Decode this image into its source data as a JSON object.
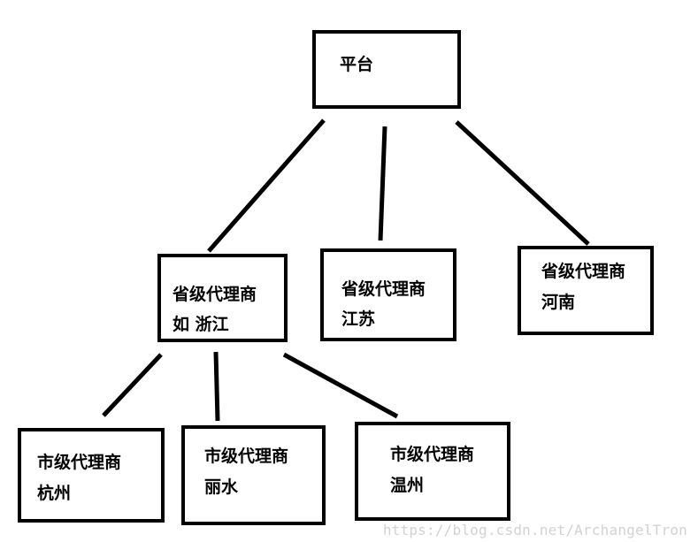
{
  "colors": {
    "stroke": "#000000",
    "background": "#ffffff",
    "watermark": "#d2d2d2"
  },
  "root": {
    "label": "平台"
  },
  "provinces": [
    {
      "line1": "省级代理商",
      "line2": "如 浙江"
    },
    {
      "line1": "省级代理商",
      "line2": "江苏"
    },
    {
      "line1": "省级代理商",
      "line2": "河南"
    }
  ],
  "cities": [
    {
      "line1": "市级代理商",
      "line2": "杭州"
    },
    {
      "line1": "市级代理商",
      "line2": "丽水"
    },
    {
      "line1": "市级代理商",
      "line2": "温州"
    }
  ],
  "watermark": "https://blog.csdn.net/ArchangelTron"
}
